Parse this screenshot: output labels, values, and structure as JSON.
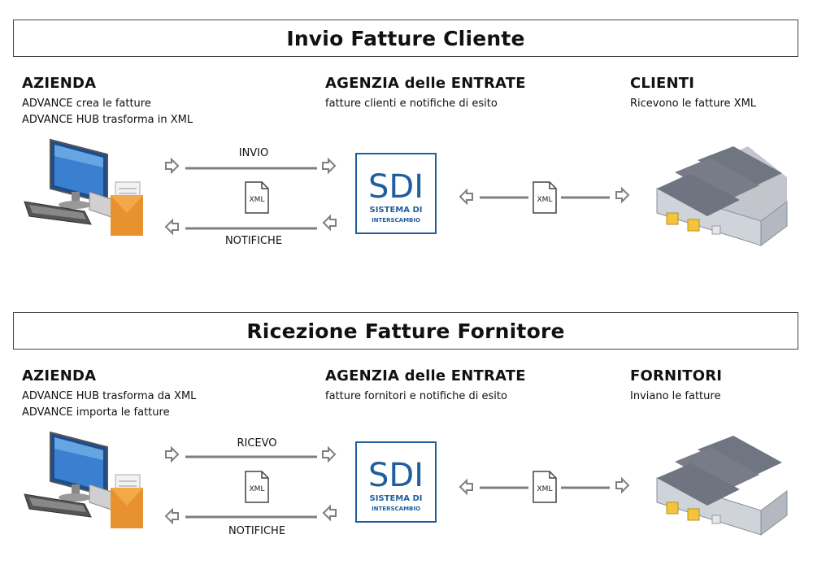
{
  "sections": [
    {
      "title": "Invio Fatture Cliente",
      "left": {
        "heading": "AZIENDA",
        "lines": [
          "ADVANCE crea le fatture",
          "ADVANCE HUB trasforma in XML"
        ]
      },
      "center": {
        "heading": "AGENZIA delle ENTRATE",
        "lines": [
          "fatture clienti e notifiche di esito"
        ]
      },
      "right": {
        "heading": "CLIENTI",
        "lines": [
          "Ricevono le fatture XML"
        ]
      },
      "top_arrow_label": "INVIO",
      "bottom_arrow_label": "NOTIFICHE"
    },
    {
      "title": "Ricezione Fatture Fornitore",
      "left": {
        "heading": "AZIENDA",
        "lines": [
          "ADVANCE HUB trasforma da XML",
          "ADVANCE importa le fatture"
        ]
      },
      "center": {
        "heading": "AGENZIA delle ENTRATE",
        "lines": [
          "fatture fornitori e notifiche di esito"
        ]
      },
      "right": {
        "heading": "FORNITORI",
        "lines": [
          "Inviano le fatture"
        ]
      },
      "top_arrow_label": "RICEVO",
      "bottom_arrow_label": "NOTIFICHE"
    }
  ],
  "sdi_logo": {
    "big": "SDI",
    "line1": "SISTEMA DI",
    "line2": "INTERSCAMBIO"
  },
  "file_icon_text": "XML",
  "colors": {
    "sdi_blue": "#1f5f9e",
    "arrow_gray": "#7f7f7f",
    "envelope_orange": "#e8912f"
  }
}
